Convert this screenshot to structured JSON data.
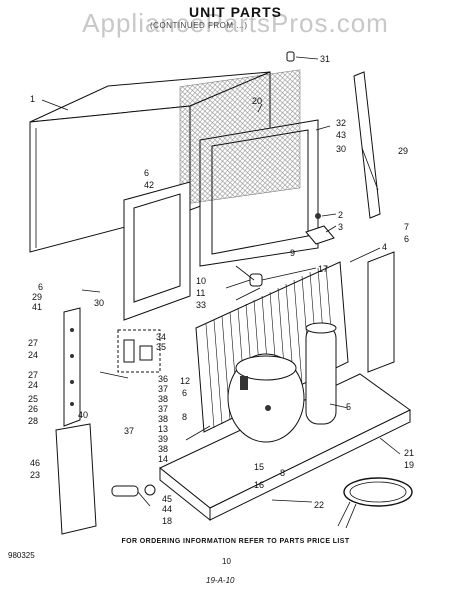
{
  "header": {
    "title": "UNIT PARTS",
    "watermark": "AppliancePartsPros.com",
    "subtitle": "(CONTINUED FROM ...)"
  },
  "footer": {
    "notice": "FOR ORDERING INFORMATION REFER TO PARTS PRICE LIST",
    "page_number": "10",
    "doc_number": "980325",
    "signature": "19-A-10"
  },
  "callouts": [
    {
      "id": "c1",
      "text": "1"
    },
    {
      "id": "c20",
      "text": "20"
    },
    {
      "id": "c31",
      "text": "31"
    },
    {
      "id": "c32",
      "text": "32"
    },
    {
      "id": "c43",
      "text": "43"
    },
    {
      "id": "c30a",
      "text": "30"
    },
    {
      "id": "c29a",
      "text": "29"
    },
    {
      "id": "c6a",
      "text": "6"
    },
    {
      "id": "c42",
      "text": "42"
    },
    {
      "id": "c2",
      "text": "2"
    },
    {
      "id": "c3",
      "text": "3"
    },
    {
      "id": "c9",
      "text": "9"
    },
    {
      "id": "c7",
      "text": "7"
    },
    {
      "id": "c6b",
      "text": "6"
    },
    {
      "id": "c4",
      "text": "4"
    },
    {
      "id": "c10",
      "text": "10"
    },
    {
      "id": "c11",
      "text": "11"
    },
    {
      "id": "c33",
      "text": "33"
    },
    {
      "id": "c17",
      "text": "17"
    },
    {
      "id": "c6c",
      "text": "6"
    },
    {
      "id": "c29b",
      "text": "29"
    },
    {
      "id": "c41",
      "text": "41"
    },
    {
      "id": "c30b",
      "text": "30"
    },
    {
      "id": "c34",
      "text": "34"
    },
    {
      "id": "c35",
      "text": "35"
    },
    {
      "id": "c27a",
      "text": "27"
    },
    {
      "id": "c24a",
      "text": "24"
    },
    {
      "id": "c27b",
      "text": "27"
    },
    {
      "id": "c24b",
      "text": "24"
    },
    {
      "id": "c25",
      "text": "25"
    },
    {
      "id": "c26",
      "text": "26"
    },
    {
      "id": "c28",
      "text": "28"
    },
    {
      "id": "c36",
      "text": "36"
    },
    {
      "id": "c37a",
      "text": "37"
    },
    {
      "id": "c38a",
      "text": "38"
    },
    {
      "id": "c37b",
      "text": "37"
    },
    {
      "id": "c38b",
      "text": "38"
    },
    {
      "id": "c40",
      "text": "40"
    },
    {
      "id": "c37c",
      "text": "37"
    },
    {
      "id": "c12",
      "text": "12"
    },
    {
      "id": "c6d",
      "text": "6"
    },
    {
      "id": "c8a",
      "text": "8"
    },
    {
      "id": "c13",
      "text": "13"
    },
    {
      "id": "c39",
      "text": "39"
    },
    {
      "id": "c38c",
      "text": "38"
    },
    {
      "id": "c14",
      "text": "14"
    },
    {
      "id": "c5",
      "text": "5"
    },
    {
      "id": "c15",
      "text": "15"
    },
    {
      "id": "c16",
      "text": "16"
    },
    {
      "id": "c8b",
      "text": "8"
    },
    {
      "id": "c21",
      "text": "21"
    },
    {
      "id": "c19",
      "text": "19"
    },
    {
      "id": "c46",
      "text": "46"
    },
    {
      "id": "c23",
      "text": "23"
    },
    {
      "id": "c45",
      "text": "45"
    },
    {
      "id": "c44",
      "text": "44"
    },
    {
      "id": "c18",
      "text": "18"
    },
    {
      "id": "c22",
      "text": "22"
    }
  ]
}
